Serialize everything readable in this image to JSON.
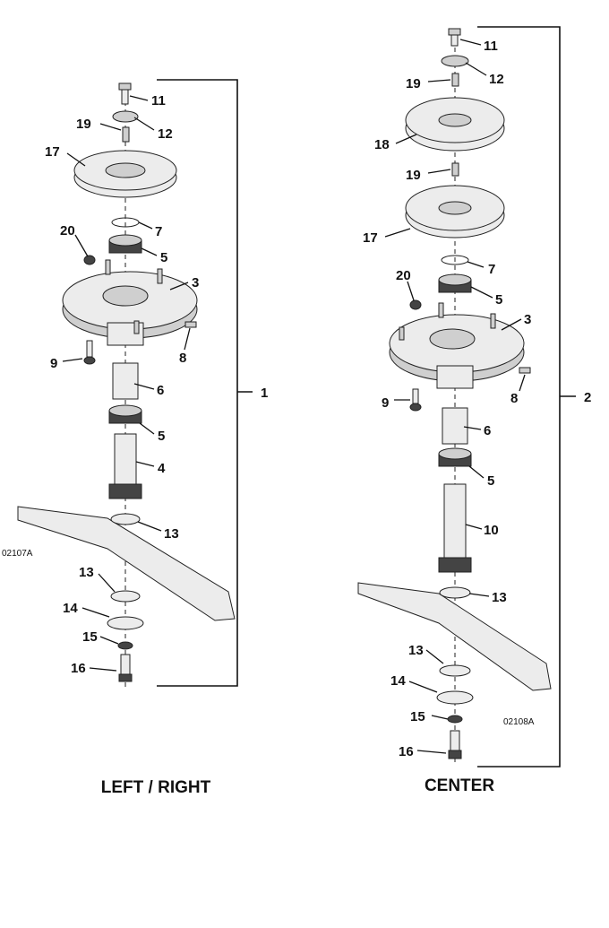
{
  "assemblies": [
    {
      "id": "left-right",
      "title": "LEFT / RIGHT",
      "assembly_number": "1",
      "figure_code": "02107A",
      "callouts": [
        "11",
        "12",
        "19",
        "17",
        "20",
        "7",
        "5",
        "3",
        "8",
        "9",
        "6",
        "5",
        "4",
        "13",
        "13",
        "14",
        "15",
        "16"
      ]
    },
    {
      "id": "center",
      "title": "CENTER",
      "assembly_number": "2",
      "figure_code": "02108A",
      "callouts": [
        "11",
        "12",
        "19",
        "18",
        "19",
        "17",
        "7",
        "20",
        "5",
        "3",
        "8",
        "9",
        "6",
        "5",
        "10",
        "13",
        "13",
        "14",
        "15",
        "16"
      ]
    }
  ]
}
